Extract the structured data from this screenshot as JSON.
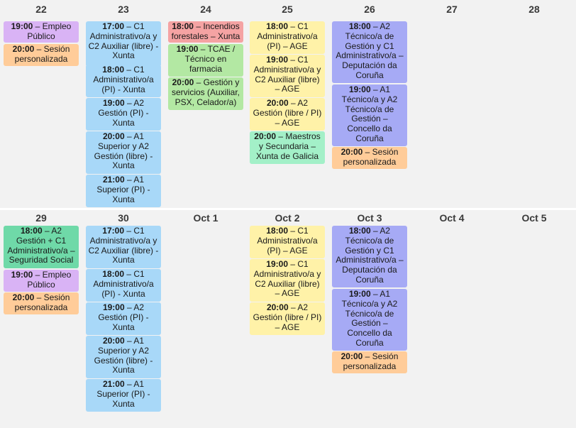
{
  "colors": {
    "purple": "#d9b3f5",
    "orange": "#ffcc99",
    "blue": "#a8d8f8",
    "red": "#f5a3a3",
    "green": "#b3e8a3",
    "yellow": "#fff2a8",
    "teal": "#a3f0c8",
    "indigo": "#a6aaf5",
    "seafoam": "#6fd9a8"
  },
  "weeks": [
    {
      "days": [
        {
          "label": "22",
          "events": [
            {
              "time": "19:00",
              "text": "Empleo Público",
              "color": "purple"
            },
            {
              "time": "20:00",
              "text": "Sesión personalizada",
              "color": "orange"
            }
          ]
        },
        {
          "label": "23",
          "events": [
            {
              "time": "17:00",
              "text": "C1 Administrativo/a y C2 Auxiliar (libre) - Xunta",
              "color": "blue"
            },
            {
              "time": "18:00",
              "text": "C1 Administrativo/a (PI) - Xunta",
              "color": "blue"
            },
            {
              "time": "19:00",
              "text": "A2 Gestión (PI) - Xunta",
              "color": "blue"
            },
            {
              "time": "20:00",
              "text": "A1 Superior y A2 Gestión (libre) - Xunta",
              "color": "blue"
            },
            {
              "time": "21:00",
              "text": "A1 Superior (PI) - Xunta",
              "color": "blue"
            }
          ]
        },
        {
          "label": "24",
          "events": [
            {
              "time": "18:00",
              "text": "Incendios forestales – Xunta",
              "color": "red"
            },
            {
              "time": "19:00",
              "text": "TCAE / Técnico en farmacia",
              "color": "green"
            },
            {
              "time": "20:00",
              "text": "Gestión y servicios (Auxiliar, PSX, Celador/a)",
              "color": "green"
            }
          ]
        },
        {
          "label": "25",
          "events": [
            {
              "time": "18:00",
              "text": "C1 Administrativo/a (PI) – AGE",
              "color": "yellow"
            },
            {
              "time": "19:00",
              "text": "C1 Administrativo/a y C2 Auxiliar (libre) – AGE",
              "color": "yellow"
            },
            {
              "time": "20:00",
              "text": "A2 Gestión (libre / PI) – AGE",
              "color": "yellow"
            },
            {
              "time": "20:00",
              "text": "Maestros y Secundaria – Xunta de Galicia",
              "color": "teal"
            }
          ]
        },
        {
          "label": "26",
          "events": [
            {
              "time": "18:00",
              "text": "A2 Técnico/a de Gestión y C1 Administrativo/a – Deputación da Coruña",
              "color": "indigo"
            },
            {
              "time": "19:00",
              "text": "A1 Técnico/a y A2 Técnico/a de Gestión – Concello da Coruña",
              "color": "indigo"
            },
            {
              "time": "20:00",
              "text": "Sesión personalizada",
              "color": "orange"
            }
          ]
        },
        {
          "label": "27",
          "events": []
        },
        {
          "label": "28",
          "events": []
        }
      ]
    },
    {
      "days": [
        {
          "label": "29",
          "events": [
            {
              "time": "18:00",
              "text": "A2 Gestión + C1 Administrativo/a – Seguridad Social",
              "color": "seafoam"
            },
            {
              "time": "19:00",
              "text": "Empleo Público",
              "color": "purple"
            },
            {
              "time": "20:00",
              "text": "Sesión personalizada",
              "color": "orange"
            }
          ]
        },
        {
          "label": "30",
          "events": [
            {
              "time": "17:00",
              "text": "C1 Administrativo/a y C2 Auxiliar (libre) - Xunta",
              "color": "blue"
            },
            {
              "time": "18:00",
              "text": "C1 Administrativo/a (PI) - Xunta",
              "color": "blue"
            },
            {
              "time": "19:00",
              "text": "A2 Gestión (PI) - Xunta",
              "color": "blue"
            },
            {
              "time": "20:00",
              "text": "A1 Superior y A2 Gestión (libre) - Xunta",
              "color": "blue"
            },
            {
              "time": "21:00",
              "text": "A1 Superior (PI) - Xunta",
              "color": "blue"
            }
          ]
        },
        {
          "label": "Oct 1",
          "events": []
        },
        {
          "label": "Oct 2",
          "events": [
            {
              "time": "18:00",
              "text": "C1 Administrativo/a (PI) – AGE",
              "color": "yellow"
            },
            {
              "time": "19:00",
              "text": "C1 Administrativo/a y C2 Auxiliar (libre) – AGE",
              "color": "yellow"
            },
            {
              "time": "20:00",
              "text": "A2 Gestión (libre / PI) – AGE",
              "color": "yellow"
            }
          ]
        },
        {
          "label": "Oct 3",
          "events": [
            {
              "time": "18:00",
              "text": "A2 Técnico/a de Gestión y C1 Administrativo/a – Deputación da Coruña",
              "color": "indigo"
            },
            {
              "time": "19:00",
              "text": "A1 Técnico/a y A2 Técnico/a de Gestión – Concello da Coruña",
              "color": "indigo"
            },
            {
              "time": "20:00",
              "text": "Sesión personalizada",
              "color": "orange"
            }
          ]
        },
        {
          "label": "Oct 4",
          "events": []
        },
        {
          "label": "Oct 5",
          "events": []
        }
      ]
    }
  ]
}
